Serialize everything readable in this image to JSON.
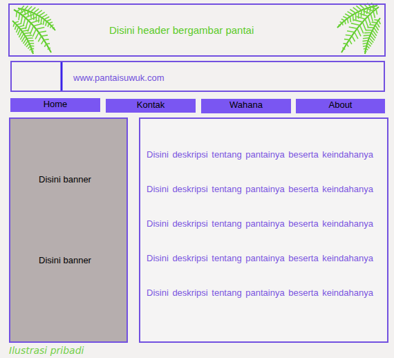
{
  "diagram": {
    "caption": "Ilustrasi pribadi",
    "nodes": [
      {
        "text": [
          "Disini header bergambar pantai"
        ]
      },
      {
        "text": [
          "www.pantaisuwuk.com"
        ]
      },
      {
        "text": [
          "Home"
        ]
      },
      {
        "text": [
          "Kontak"
        ]
      },
      {
        "text": [
          "Wahana"
        ]
      },
      {
        "text": [
          "About"
        ]
      },
      {
        "text": [
          "Disini banner",
          "Disini banner"
        ]
      },
      {
        "text": [
          "Disini deskripsi tentang pantainya beserta keindahanya",
          "Disini deskripsi tentang pantainya beserta keindahanya",
          "Disini deskripsi tentang pantainya beserta keindahanya",
          "Disini deskripsi tentang pantainya beserta keindahanya",
          "Disini deskripsi tentang pantainya beserta keindahanya"
        ]
      }
    ]
  }
}
